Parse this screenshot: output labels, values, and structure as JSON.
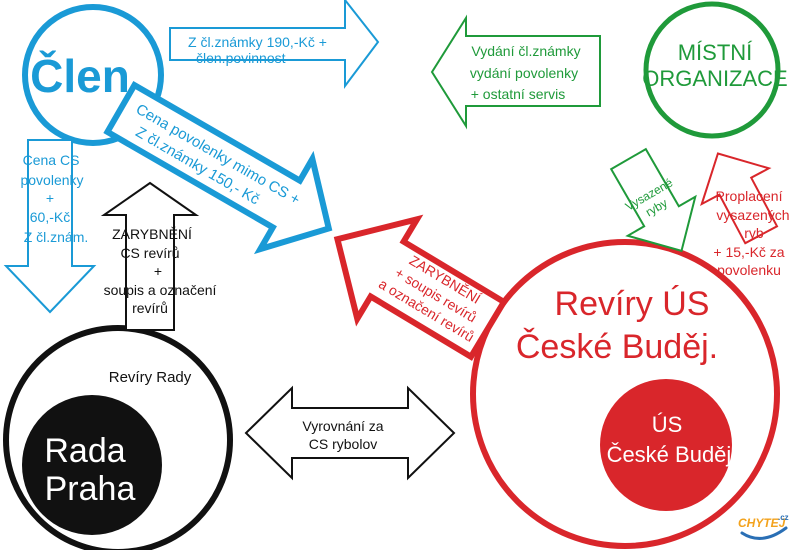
{
  "colors": {
    "blue": "#1a9ad6",
    "green": "#1f9a3a",
    "red": "#d9262b",
    "black": "#111111",
    "logo_orange": "#f3a21c",
    "logo_blue": "#2a6fb5"
  },
  "nodes": {
    "clen": "Člen",
    "mistni_line1": "MÍSTNÍ",
    "mistni_line2": "ORGANIZACE",
    "reviry_line1": "Revíry ÚS",
    "reviry_line2": "České Buděj.",
    "us_line1": "ÚS",
    "us_line2": "České Buděj.",
    "rada_praha_line1": "Rada",
    "rada_praha_line2": "Praha",
    "reviry_rady": "Revíry Rady"
  },
  "arrows": {
    "top_blue": [
      "Z čl.známky 190,-Kč +",
      "člen.povinnost"
    ],
    "top_green": [
      "Vydání čl.známky",
      "vydání povolenky",
      "+ ostatní servis"
    ],
    "diag_blue": [
      "Cena povolenky mimo CS +",
      "Z čl.známky 150,- Kč"
    ],
    "left_blue_down": [
      "Cena CS",
      "povolenky",
      "+",
      "60,-Kč",
      "Z čl.znám."
    ],
    "left_black_up": [
      "ZARYBNĚNÍ",
      "CS revírů",
      "+",
      "soupis a označení",
      "revírů"
    ],
    "diag_red": [
      "ZARYBNĚNÍ",
      "+ soupis revírů",
      "a označení revírů"
    ],
    "green_down": [
      "Vysazené",
      "ryby"
    ],
    "red_up": [
      "Proplacení",
      "vysazených",
      "ryb",
      "+ 15,-Kč za",
      "povolenku"
    ],
    "double_black": [
      "Vyrovnání za",
      "CS rybolov"
    ]
  },
  "logo": {
    "main": "CHYTEJ",
    "suffix": ".cz"
  }
}
